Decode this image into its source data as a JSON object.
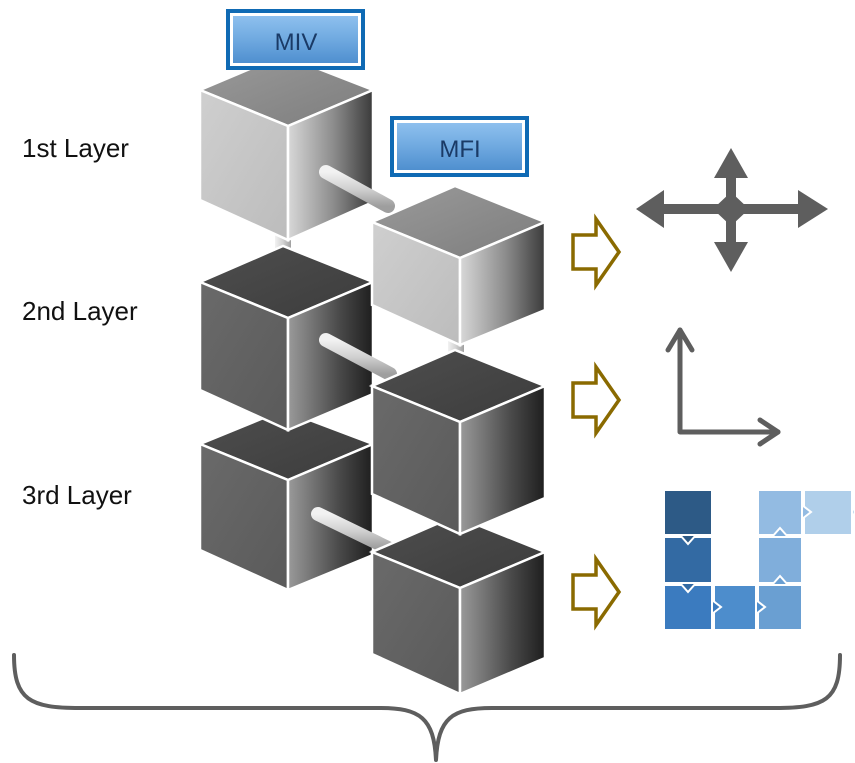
{
  "layers": [
    {
      "label": "1st Layer"
    },
    {
      "label": "2nd Layer"
    },
    {
      "label": "3rd Layer"
    }
  ],
  "tags": {
    "left": "MIV",
    "right": "MFI"
  },
  "colors": {
    "cube_light_face": "#c2c2c2",
    "cube_dark_face": "#5e5e5e",
    "arrow_outline": "#8a6a00",
    "icon_gray": "#5e5e5e",
    "tag_fill": "#5b9bd5",
    "tag_border": "#0f6ab4",
    "puzzle_dark": "#2d5a86",
    "puzzle_mid": "#3b7bbf",
    "puzzle_light": "#9cc0e0",
    "brace": "#5e5e5e"
  },
  "icons": [
    "move-arrows-icon",
    "axes-icon",
    "puzzle-path-icon"
  ]
}
